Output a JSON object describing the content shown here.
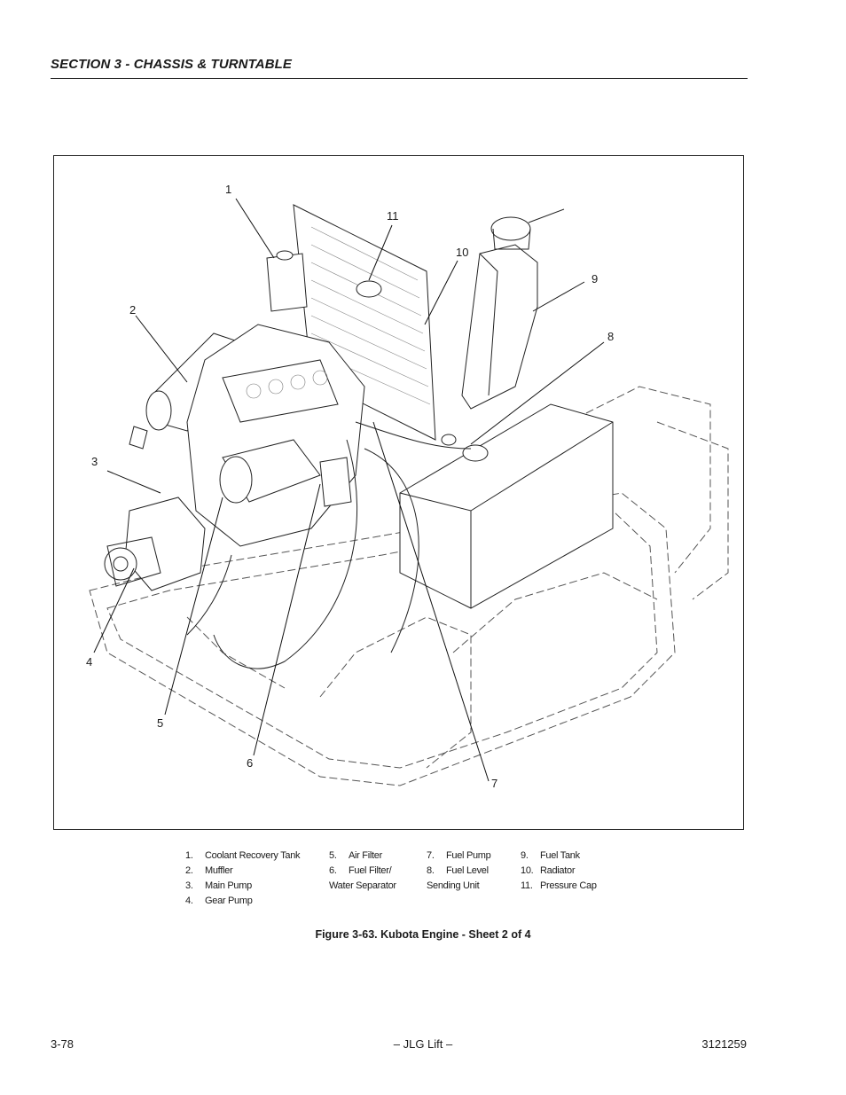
{
  "header": {
    "section_title": "SECTION 3 - CHASSIS & TURNTABLE"
  },
  "figure": {
    "callouts": [
      "1",
      "2",
      "3",
      "4",
      "5",
      "6",
      "7",
      "8",
      "9",
      "10",
      "11"
    ],
    "legend": [
      {
        "num": "1.",
        "text": "Coolant Recovery Tank"
      },
      {
        "num": "2.",
        "text": "Muffler"
      },
      {
        "num": "3.",
        "text": "Main Pump"
      },
      {
        "num": "4.",
        "text": "Gear Pump"
      },
      {
        "num": "5.",
        "text": "Air Filter"
      },
      {
        "num": "6.",
        "text": "Fuel Filter/"
      },
      {
        "num": "",
        "text": "Water Separator"
      },
      {
        "num": "7.",
        "text": "Fuel Pump"
      },
      {
        "num": "8.",
        "text": "Fuel Level"
      },
      {
        "num": "",
        "text": "Sending Unit"
      },
      {
        "num": "9.",
        "text": "Fuel Tank"
      },
      {
        "num": "10.",
        "text": "Radiator"
      },
      {
        "num": "11.",
        "text": "Pressure Cap"
      }
    ],
    "caption": "Figure 3-63.  Kubota Engine - Sheet 2 of 4"
  },
  "footer": {
    "page_number": "3-78",
    "publisher": "– JLG Lift –",
    "doc_number": "3121259"
  }
}
